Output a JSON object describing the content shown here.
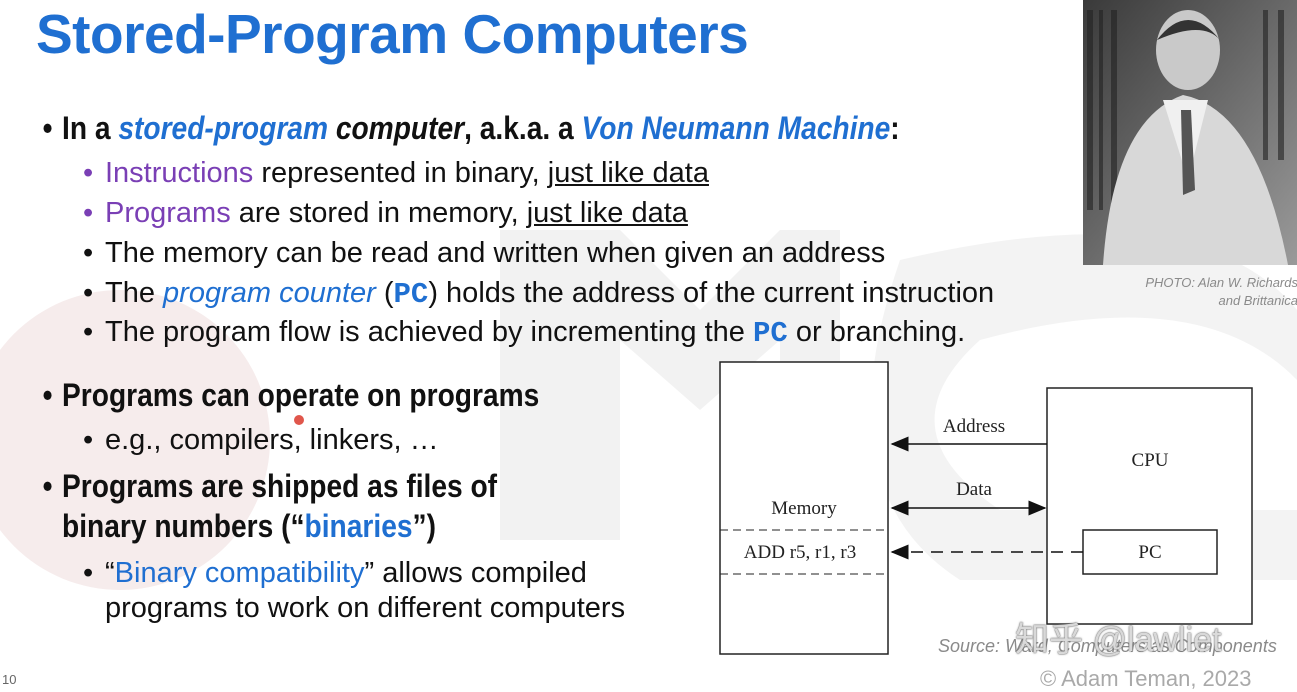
{
  "slide": {
    "title": "Stored-Program Computers",
    "page_number": "10",
    "copyright": "© Adam Teman, 2023",
    "accent_color": "#1f6fd1",
    "highlight_color": "#7a3fb5"
  },
  "bullets": {
    "b1": {
      "p1": "In a ",
      "p2": "stored-program",
      "p3": " computer",
      "p4": ", a.k.a. a ",
      "p5": "Von Neumann Machine",
      "p6": ":"
    },
    "s1": {
      "p1": "Instructions",
      "p2": " represented in binary, ",
      "p3": "just like data"
    },
    "s2": {
      "p1": "Programs",
      "p2": " are stored in memory, ",
      "p3": "just like data"
    },
    "s3": {
      "p1": "The memory can be read and written when given an address"
    },
    "s4": {
      "p1": "The ",
      "p2": "program counter",
      "p3": " (",
      "p4": "PC",
      "p5": ") holds the address of the current instruction"
    },
    "s5": {
      "p1": "The program flow is achieved by incrementing the ",
      "p2": "PC",
      "p3": " or branching."
    },
    "b2": {
      "p1": "Programs can operate on programs"
    },
    "s6": {
      "p1": "e.g., compilers, linkers, …"
    },
    "b3": {
      "line1": "Programs are shipped as files of",
      "line2a": "binary numbers (“",
      "line2b": "binaries",
      "line2c": "”)"
    },
    "s7": {
      "p1": "“",
      "p2": "Binary compatibility",
      "p3": "” allows compiled",
      "line2": "programs to work on different computers"
    }
  },
  "photo": {
    "credit_line1": "PHOTO: Alan W. Richards",
    "credit_line2": "and Brittanica"
  },
  "diagram": {
    "memory_label": "Memory",
    "instruction": "ADD r5, r1, r3",
    "cpu_label": "CPU",
    "pc_label": "PC",
    "address_label": "Address",
    "data_label": "Data",
    "source": "Source: Ward, Computers as Components"
  },
  "watermark": {
    "text": "知乎 @lawliet"
  }
}
